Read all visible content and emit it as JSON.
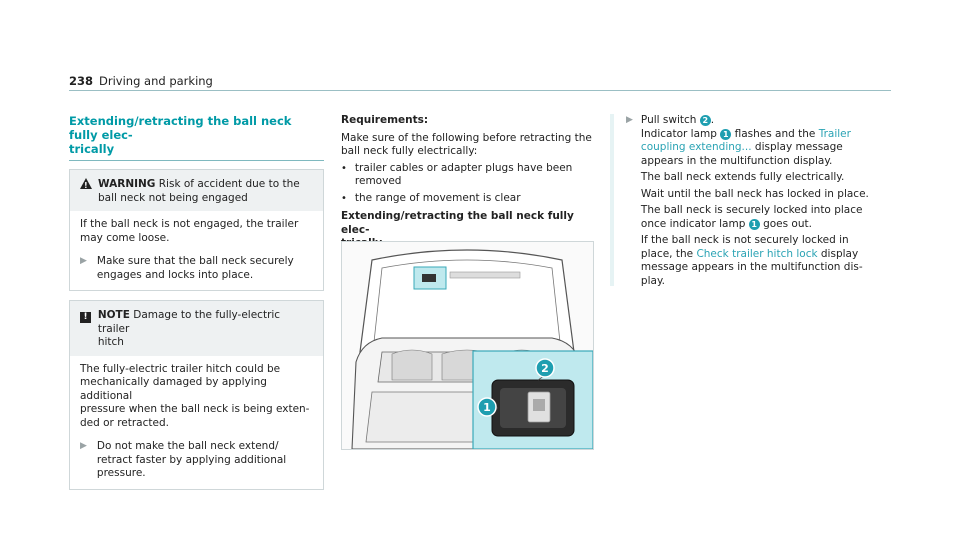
{
  "header": {
    "page_number": "238",
    "title": "Driving and parking"
  },
  "left": {
    "heading_line1": "Extending/retracting the ball neck fully elec-",
    "heading_line2": "trically",
    "warning": {
      "label": "WARNING",
      "text_line1": "Risk of accident due to the",
      "text_line2": "ball neck not being engaged",
      "body_line1": "If the ball neck is not engaged, the trailer",
      "body_line2": "may come loose.",
      "step_line1": "Make sure that the ball neck securely",
      "step_line2": "engages and locks into place."
    },
    "note": {
      "label": "NOTE",
      "text_line1": "Damage to the fully-electric trailer",
      "text_line2": "hitch",
      "body_line1": "The fully-electric trailer hitch could be",
      "body_line2": "mechanically damaged by applying additional",
      "body_line3": "pressure when the ball neck is being exten-",
      "body_line4": "ded or retracted.",
      "step_line1": "Do not make the ball neck extend/",
      "step_line2": "retract faster by applying additional",
      "step_line3": "pressure."
    }
  },
  "middle": {
    "req_title": "Requirements:",
    "req_intro_line1": "Make sure of the following before retracting the",
    "req_intro_line2": "ball neck fully electrically:",
    "bullets": [
      {
        "line1": "trailer cables or adapter plugs have been",
        "line2": "removed"
      },
      {
        "line1": "the range of movement is clear",
        "line2": ""
      }
    ],
    "sub_heading_line1": "Extending/retracting the ball neck fully elec-",
    "sub_heading_line2": "trically",
    "figure": {
      "callout_1": "1",
      "callout_2": "2"
    }
  },
  "right": {
    "step1_a": "Pull switch",
    "step1_num": "2",
    "step1_b": ".",
    "l2_a": "Indicator lamp",
    "l2_num": "1",
    "l2_b": "flashes and the",
    "l2_link": "Trailer",
    "l3_link": "coupling extending...",
    "l3_b": "display message",
    "l4": "appears in the multifunction display.",
    "l5": "The ball neck extends fully electrically.",
    "l6": "Wait until the ball neck has locked in place.",
    "l7": "The ball neck is securely locked into place",
    "l8_a": "once indicator lamp",
    "l8_num": "1",
    "l8_b": "goes out.",
    "l9": "If the ball neck is not securely locked in",
    "l10_a": "place, the",
    "l10_link": "Check trailer hitch lock",
    "l10_b": "display",
    "l11": "message appears in the multifunction dis-",
    "l12": "play."
  }
}
